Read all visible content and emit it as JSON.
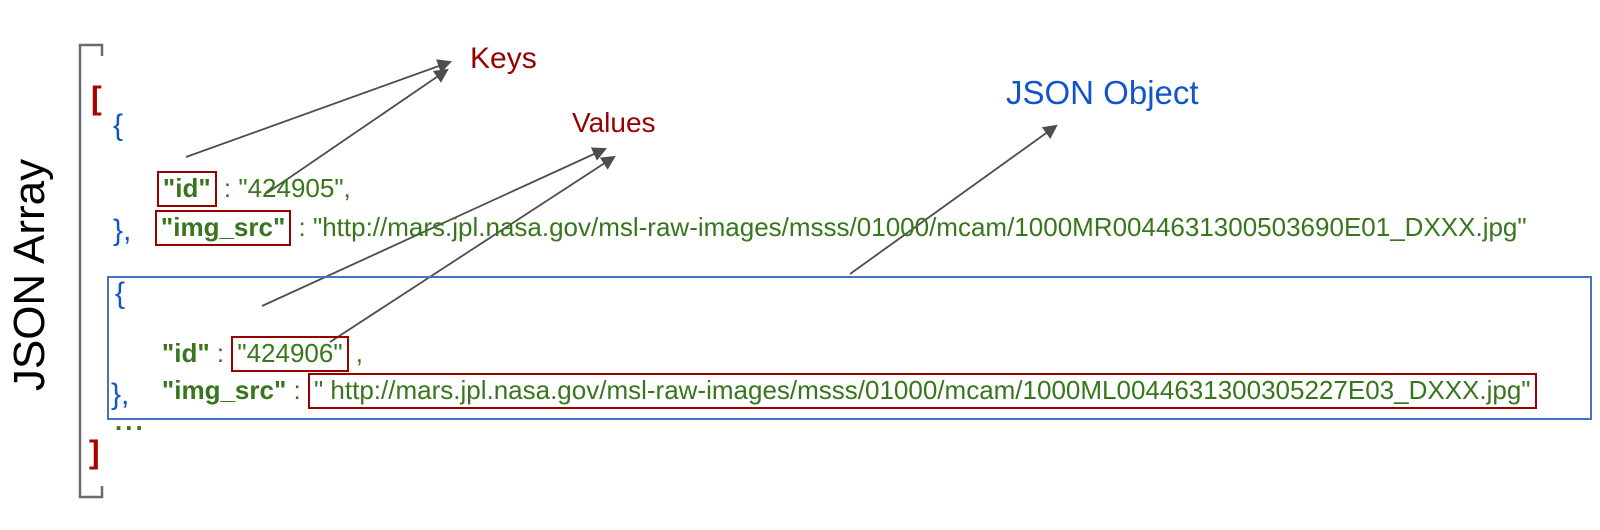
{
  "labels": {
    "json_array": "JSON Array",
    "keys": "Keys",
    "values": "Values",
    "json_object": "JSON Object"
  },
  "code": {
    "array_open": "[",
    "array_close": "]",
    "ellipsis": "...",
    "object1": {
      "brace_open": "{",
      "brace_close": "},",
      "id_key": "\"id\"",
      "id_rest": " : \"424905\",",
      "img_key": "\"img_src\"",
      "img_rest": " : \"http://mars.jpl.nasa.gov/msl-raw-images/msss/01000/mcam/1000MR0044631300503690E01_DXXX.jpg\""
    },
    "object2": {
      "brace_open": "{",
      "brace_close": "},",
      "id_key": "\"id\"",
      "id_sep": " : ",
      "id_value": "\"424906\"",
      "id_comma": " ,",
      "img_key": "\"img_src\"",
      "img_sep": " : ",
      "img_value": "\" http://mars.jpl.nasa.gov/msl-raw-images/msss/01000/mcam/1000ML0044631300305227E03_DXXX.jpg\""
    }
  },
  "colors": {
    "code_green": "#38761d",
    "annotation_red": "#990000",
    "bracket_red": "#aa0000",
    "brace_blue": "#1155cc",
    "object_box_blue": "#4472c4",
    "arrow_gray": "#4d4d4d"
  }
}
